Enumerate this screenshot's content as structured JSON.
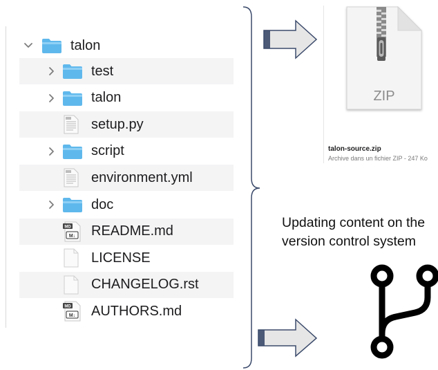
{
  "tree": {
    "root": {
      "label": "talon",
      "expanded": true
    },
    "items": [
      {
        "label": "test",
        "kind": "folder"
      },
      {
        "label": "talon",
        "kind": "folder"
      },
      {
        "label": "setup.py",
        "kind": "file"
      },
      {
        "label": "script",
        "kind": "folder"
      },
      {
        "label": "environment.yml",
        "kind": "file"
      },
      {
        "label": "doc",
        "kind": "folder"
      },
      {
        "label": "README.md",
        "kind": "markdown",
        "badge_top": "MD",
        "badge_bottom": "M↓"
      },
      {
        "label": "LICENSE",
        "kind": "blank"
      },
      {
        "label": "CHANGELOG.rst",
        "kind": "blank"
      },
      {
        "label": "AUTHORS.md",
        "kind": "markdown",
        "badge_top": "MD",
        "badge_bottom": "M↓"
      }
    ]
  },
  "zip_file": {
    "icon_label": "ZIP",
    "name": "talon-source.zip",
    "info": "Archive dans un fichier ZIP - 247 Ko"
  },
  "caption": "Updating content on the version control system",
  "colors": {
    "folder": "#5fb8ec",
    "folder_tab": "#8fd0f5",
    "row_stripe": "#f4f4f5",
    "arrow_fill": "#e6e6e6",
    "arrow_stroke": "#3b4a6b",
    "bracket": "#3b4a6b",
    "branch_icon": "#000000"
  }
}
